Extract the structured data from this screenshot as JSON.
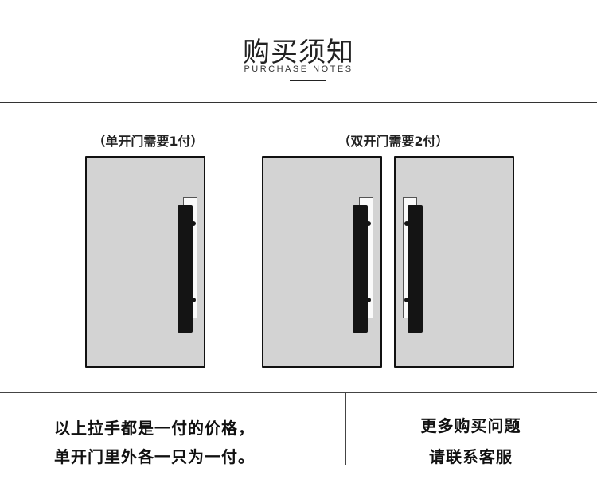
{
  "header": {
    "title": "购买须知",
    "subtitle": "PURCHASE NOTES"
  },
  "diagram": {
    "single_caption": "（单开门需要1付）",
    "double_caption": "（双开门需要2付）"
  },
  "notes": {
    "price_line_1": "以上拉手都是一付的价格，",
    "price_line_2": "单开门里外各一只为一付。",
    "contact_line_1": "更多购买问题",
    "contact_line_2": "请联系客服"
  },
  "colors": {
    "door_fill": "#d3d3d3",
    "handle": "#141414",
    "divider": "#333333"
  }
}
